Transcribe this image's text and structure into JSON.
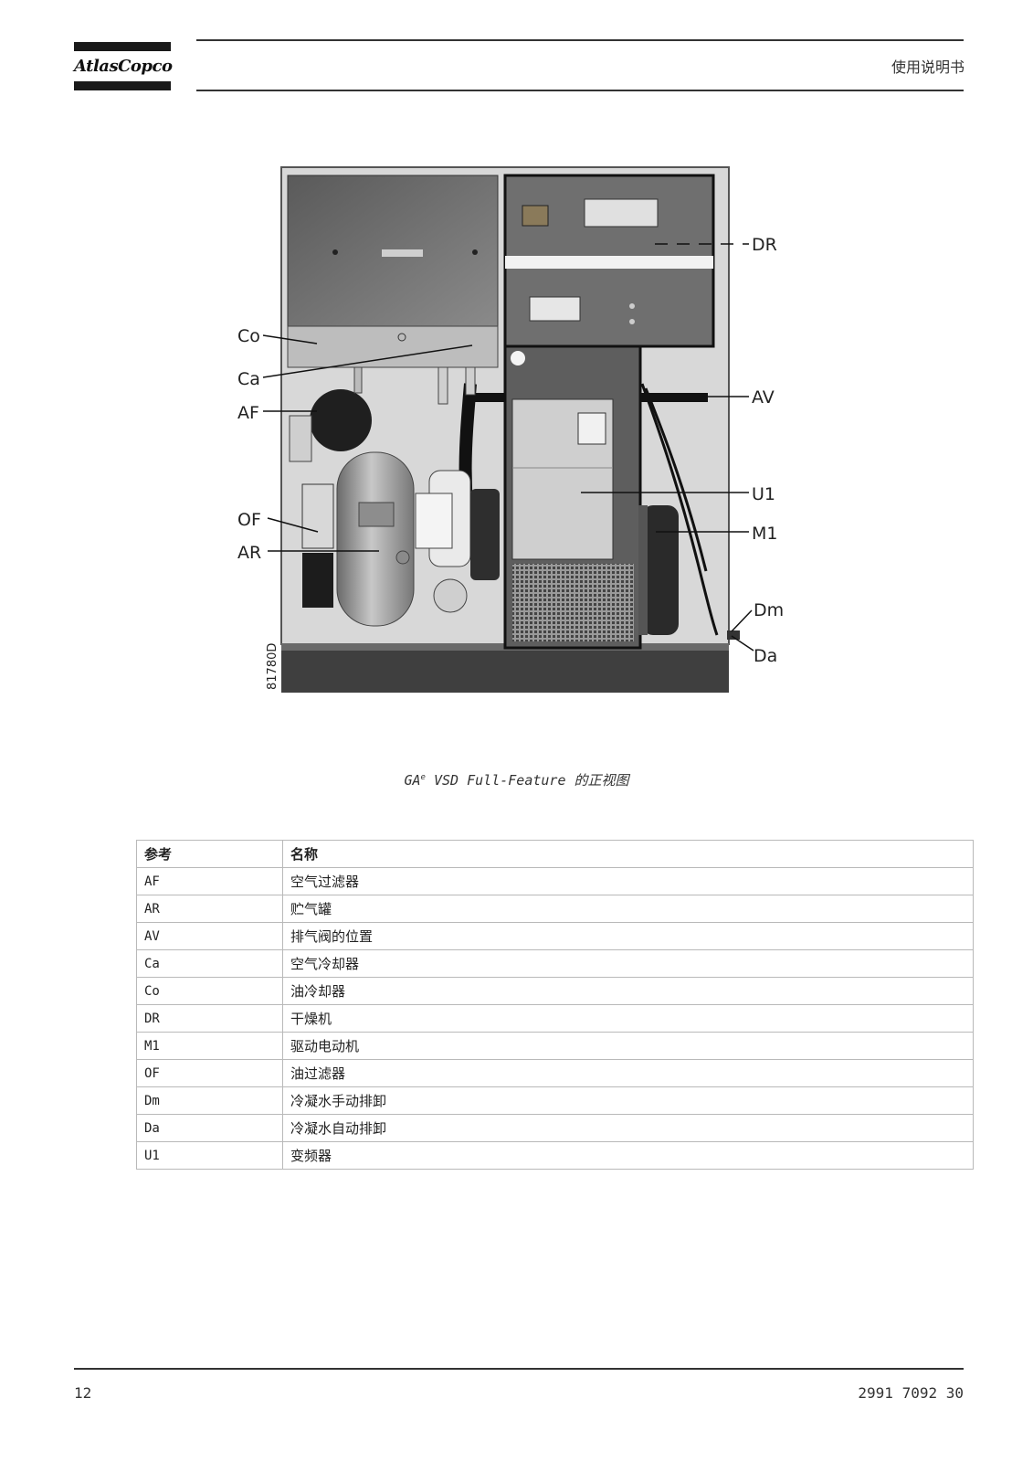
{
  "header": {
    "logo_text": "AtlasCopco",
    "title": "使用说明书"
  },
  "figure": {
    "number": "81780D",
    "callouts": {
      "Co": "Co",
      "Ca": "Ca",
      "AF": "AF",
      "OF": "OF",
      "AR": "AR",
      "DR": "DR",
      "AV": "AV",
      "U1": "U1",
      "M1": "M1",
      "Dm": "Dm",
      "Da": "Da"
    }
  },
  "caption": {
    "prefix": "GA",
    "sup": "e",
    "rest": " VSD Full-Feature 的正视图"
  },
  "table": {
    "headers": {
      "ref": "参考",
      "name": "名称"
    },
    "rows": [
      {
        "ref": "AF",
        "name": "空气过滤器"
      },
      {
        "ref": "AR",
        "name": "贮气罐"
      },
      {
        "ref": "AV",
        "name": "排气阀的位置"
      },
      {
        "ref": "Ca",
        "name": "空气冷却器"
      },
      {
        "ref": "Co",
        "name": "油冷却器"
      },
      {
        "ref": "DR",
        "name": "干燥机"
      },
      {
        "ref": "M1",
        "name": "驱动电动机"
      },
      {
        "ref": "OF",
        "name": "油过滤器"
      },
      {
        "ref": "Dm",
        "name": "冷凝水手动排卸"
      },
      {
        "ref": "Da",
        "name": "冷凝水自动排卸"
      },
      {
        "ref": "U1",
        "name": "变频器"
      }
    ]
  },
  "footer": {
    "page": "12",
    "doc_number": "2991 7092 30"
  }
}
